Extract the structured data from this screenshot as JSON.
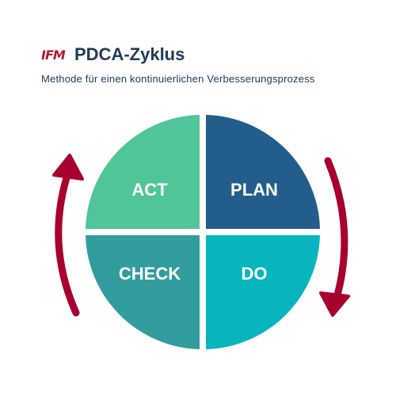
{
  "header": {
    "logo_text": "IFM",
    "title": "PDCA-Zyklus",
    "subtitle": "Methode für einen kontinuierlichen Verbesserungsprozess"
  },
  "quadrants": {
    "plan": {
      "label": "PLAN",
      "color": "#235d8b"
    },
    "do": {
      "label": "DO",
      "color": "#06b5bd"
    },
    "check": {
      "label": "CHECK",
      "color": "#319c9e"
    },
    "act": {
      "label": "ACT",
      "color": "#4fc598"
    }
  },
  "arrows": {
    "color": "#a8002e"
  },
  "colors": {
    "text_primary": "#243a5a",
    "logo": "#b01c34"
  }
}
